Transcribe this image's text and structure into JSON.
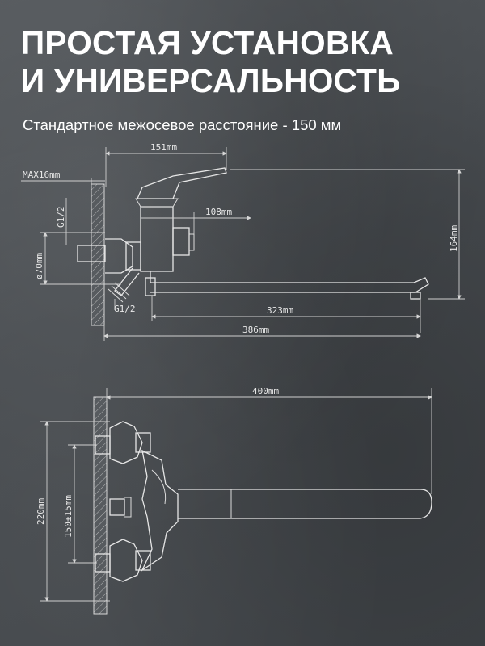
{
  "header": {
    "title_line1": "ПРОСТАЯ УСТАНОВКА",
    "title_line2": "И УНИВЕРСАЛЬНОСТЬ",
    "subtitle": "Стандартное межосевое расстояние - 150 мм"
  },
  "side_view": {
    "dims": {
      "top_width": "151mm",
      "max_thickness": "MAX16mm",
      "thread_top": "G1/2",
      "diameter": "ø70mm",
      "thread_bottom": "G1/2",
      "mid_width": "108mm",
      "height": "164mm",
      "spout_reach": "323mm",
      "total_length": "386mm"
    }
  },
  "top_view": {
    "dims": {
      "total_length": "400mm",
      "total_height": "220mm",
      "center_distance": "150±15mm"
    }
  },
  "colors": {
    "text": "#ffffff",
    "line": "#e6e6e6",
    "background": "#4b4f53"
  }
}
